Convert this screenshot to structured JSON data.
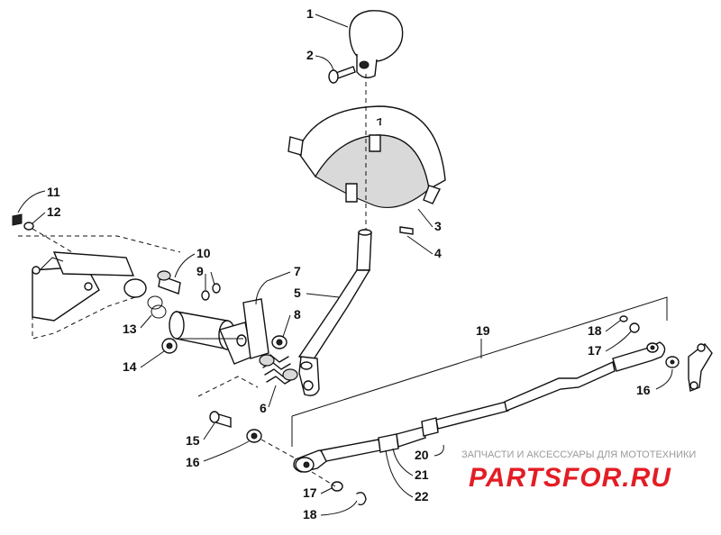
{
  "labels": {
    "l1": "1",
    "l2": "2",
    "l3": "3",
    "l4": "4",
    "l5": "5",
    "l6": "6",
    "l7": "7",
    "l8": "8",
    "l9": "9",
    "l10": "10",
    "l11": "11",
    "l12": "12",
    "l13": "13",
    "l14": "14",
    "l15a": "15",
    "l16a": "16",
    "l16b": "16",
    "l17a": "17",
    "l17b": "17",
    "l18a": "18",
    "l18b": "18",
    "l19": "19",
    "l20": "20",
    "l21": "21",
    "l22": "22"
  },
  "watermark": {
    "subtitle": "ЗАПЧАСТИ И АКСЕССУАРЫ ДЛЯ МОТОТЕХНИКИ",
    "logo": "PARTSFOR.RU"
  },
  "colors": {
    "line": "#111111",
    "logo": "#e31d25",
    "subtitle": "#9a9a9a"
  }
}
